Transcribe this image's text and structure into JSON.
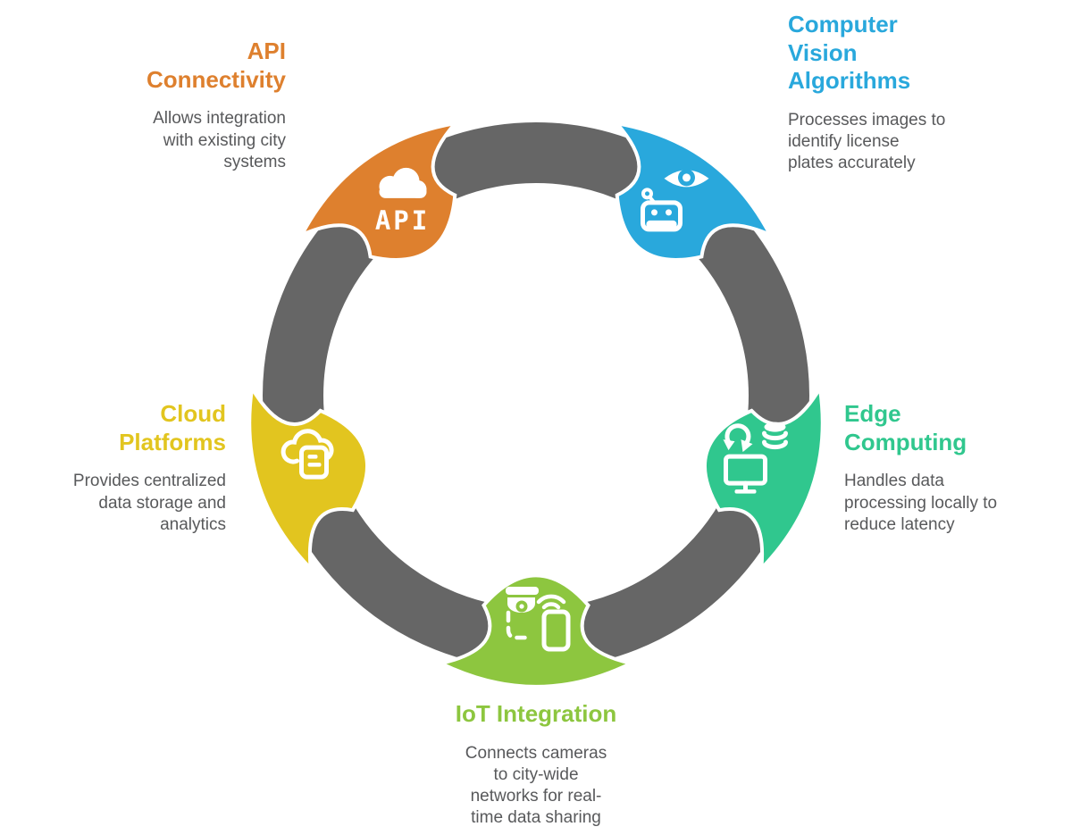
{
  "diagram": {
    "type": "cycle",
    "background": "#ffffff",
    "ring_color": "#666666",
    "description_text_color": "#58595B",
    "segments": [
      {
        "id": "api-connectivity",
        "title": "API\nConnectivity",
        "description": "Allows integration\nwith existing city\nsystems",
        "color": "#DE802E",
        "icon": "cloud-api-icon",
        "icon_text": "API",
        "position": "top-left",
        "text_align": "right"
      },
      {
        "id": "computer-vision-algorithms",
        "title": "Computer\nVision\nAlgorithms",
        "description": "Processes images to\nidentify license\nplates accurately",
        "color": "#29A8DC",
        "icon": "robot-vision-icon",
        "position": "top-right",
        "text_align": "left"
      },
      {
        "id": "edge-computing",
        "title": "Edge\nComputing",
        "description": "Handles data\nprocessing locally to\nreduce latency",
        "color": "#30C78E",
        "icon": "edge-devices-icon",
        "position": "right",
        "text_align": "left"
      },
      {
        "id": "iot-integration",
        "title": "IoT Integration",
        "description": "Connects cameras\nto city-wide\nnetworks for real-\ntime data sharing",
        "color": "#8DC63F",
        "icon": "camera-network-icon",
        "position": "bottom",
        "text_align": "center"
      },
      {
        "id": "cloud-platforms",
        "title": "Cloud\nPlatforms",
        "description": "Provides centralized\ndata storage and\nanalytics",
        "color": "#E2C51F",
        "icon": "cloud-storage-icon",
        "position": "left",
        "text_align": "right"
      }
    ]
  }
}
